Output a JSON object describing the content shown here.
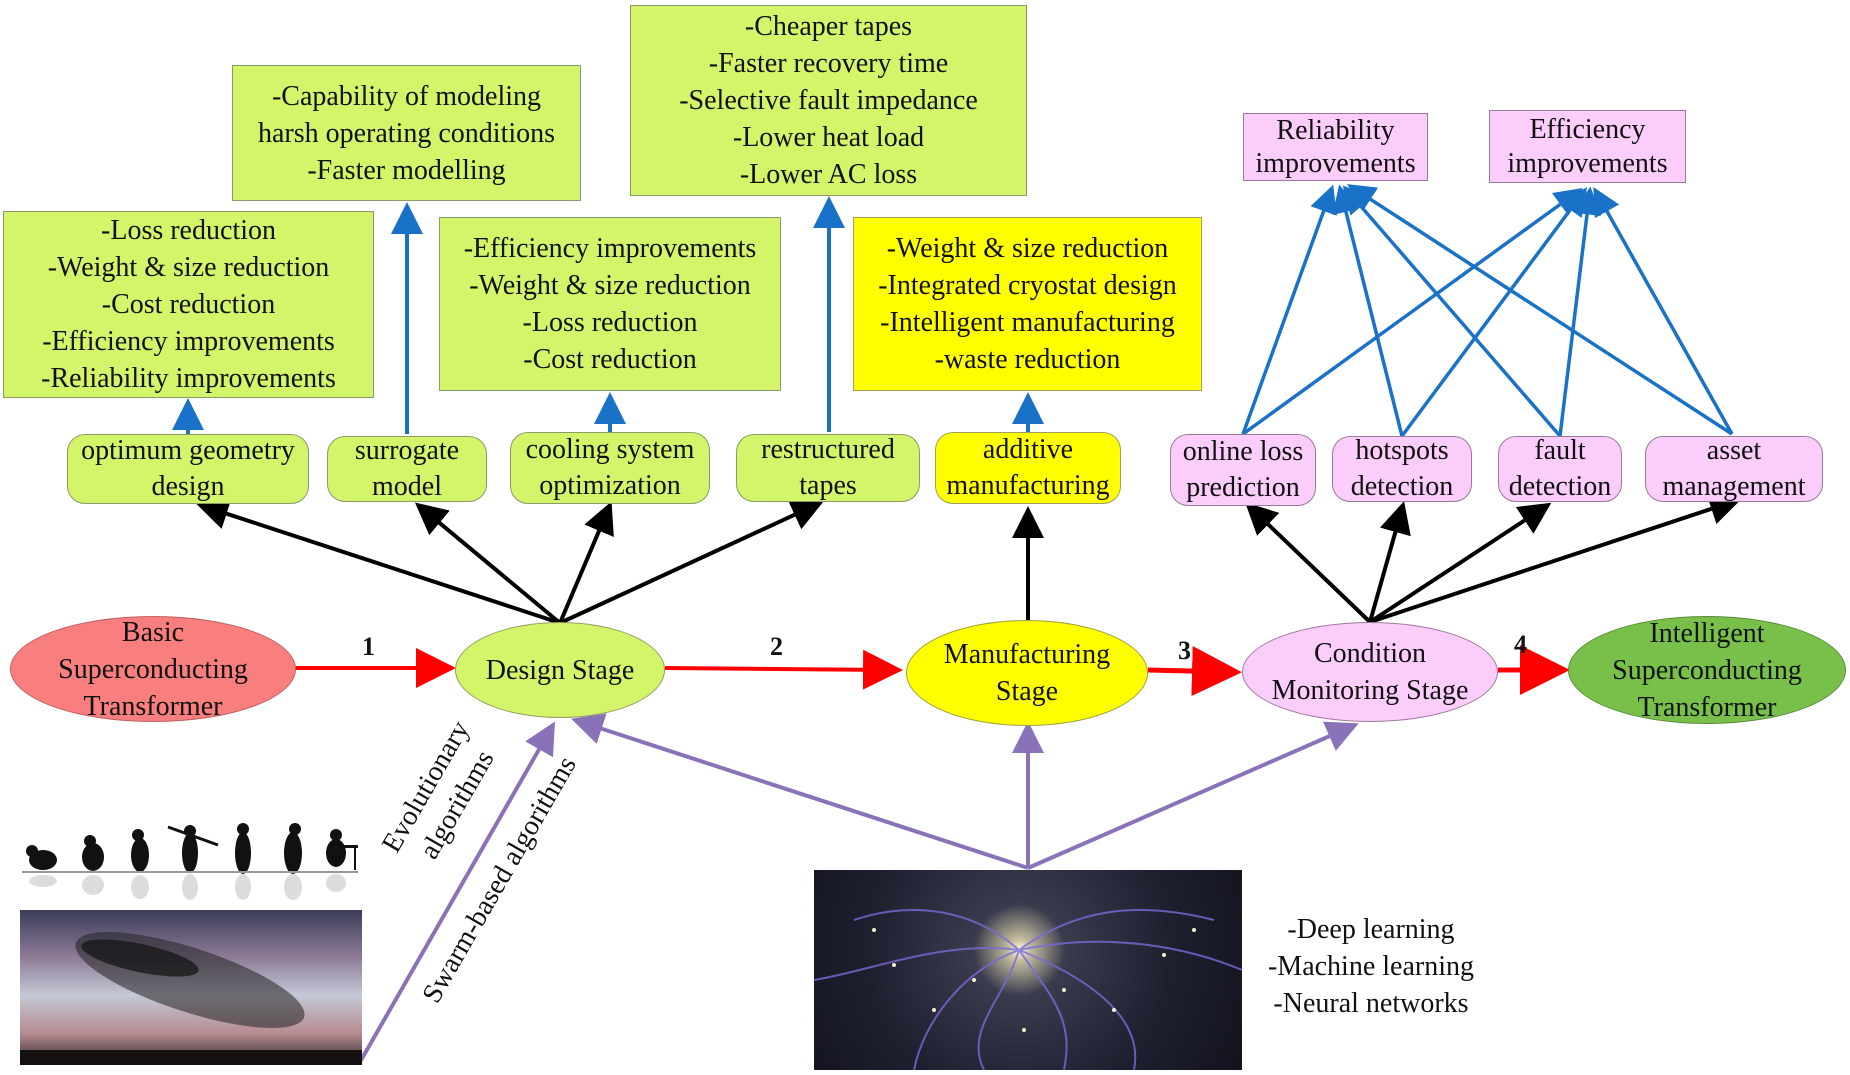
{
  "colors": {
    "light_green": "#d4f46a",
    "yellow": "#ffff00",
    "pink": "#fbcdfb",
    "red_ellipse": "#f97f7f",
    "dark_green_ellipse": "#78c04a",
    "flow_arrow": "#ff0000",
    "benefit_arrow": "#1a72c8",
    "ai_arrow": "#8a72b8",
    "branch_arrow": "#000000"
  },
  "stages": [
    {
      "id": "basic",
      "lines": [
        "Basic",
        "Superconducting",
        "Transformer"
      ]
    },
    {
      "id": "design",
      "lines": [
        "Design Stage"
      ]
    },
    {
      "id": "manufacturing",
      "lines": [
        "Manufacturing",
        "Stage"
      ]
    },
    {
      "id": "condition",
      "lines": [
        "Condition",
        "Monitoring Stage"
      ]
    },
    {
      "id": "intelligent",
      "lines": [
        "Intelligent",
        "Superconducting",
        "Transformer"
      ]
    }
  ],
  "step_labels": [
    "1",
    "2",
    "3",
    "4"
  ],
  "design_methods": [
    {
      "lines": [
        "optimum geometry",
        "design"
      ]
    },
    {
      "lines": [
        "surrogate",
        "model"
      ]
    },
    {
      "lines": [
        "cooling system",
        "optimization"
      ]
    },
    {
      "lines": [
        "restructured",
        "tapes"
      ]
    }
  ],
  "manufacturing_methods": [
    {
      "lines": [
        "additive",
        "manufacturing"
      ]
    }
  ],
  "monitoring_methods": [
    {
      "lines": [
        "online loss",
        "prediction"
      ]
    },
    {
      "lines": [
        "hotspots",
        "detection"
      ]
    },
    {
      "lines": [
        "fault",
        "detection"
      ]
    },
    {
      "lines": [
        "asset",
        "management"
      ]
    }
  ],
  "benefit_boxes": [
    {
      "for": "optimum geometry design",
      "lines": [
        "-Loss reduction",
        "-Weight & size reduction",
        "-Cost reduction",
        "-Efficiency improvements",
        "-Reliability improvements"
      ]
    },
    {
      "for": "surrogate model",
      "lines": [
        "-Capability of modeling",
        "harsh operating conditions",
        "-Faster modelling"
      ]
    },
    {
      "for": "cooling system optimization",
      "lines": [
        "-Efficiency improvements",
        "-Weight & size reduction",
        "-Loss reduction",
        "-Cost reduction"
      ]
    },
    {
      "for": "restructured tapes",
      "lines": [
        "-Cheaper tapes",
        "-Faster recovery time",
        "-Selective fault impedance",
        "-Lower heat load",
        "-Lower AC loss"
      ]
    },
    {
      "for": "additive manufacturing",
      "lines": [
        "-Weight & size reduction",
        "-Integrated cryostat design",
        "-Intelligent manufacturing",
        "-waste reduction"
      ]
    }
  ],
  "monitoring_outcomes": [
    {
      "lines": [
        "Reliability",
        "improvements"
      ]
    },
    {
      "lines": [
        "Efficiency",
        "improvements"
      ]
    }
  ],
  "algorithm_labels": {
    "evolutionary": [
      "Evolutionary",
      "algorithms"
    ],
    "swarm": [
      "Swarm-based algorithms"
    ]
  },
  "ai_techniques": [
    "-Deep learning",
    "-Machine learning",
    "-Neural networks"
  ],
  "images": {
    "evolution": "evolution-silhouette-image",
    "swarm": "bird-swarm-image",
    "neural": "neural-network-image"
  }
}
